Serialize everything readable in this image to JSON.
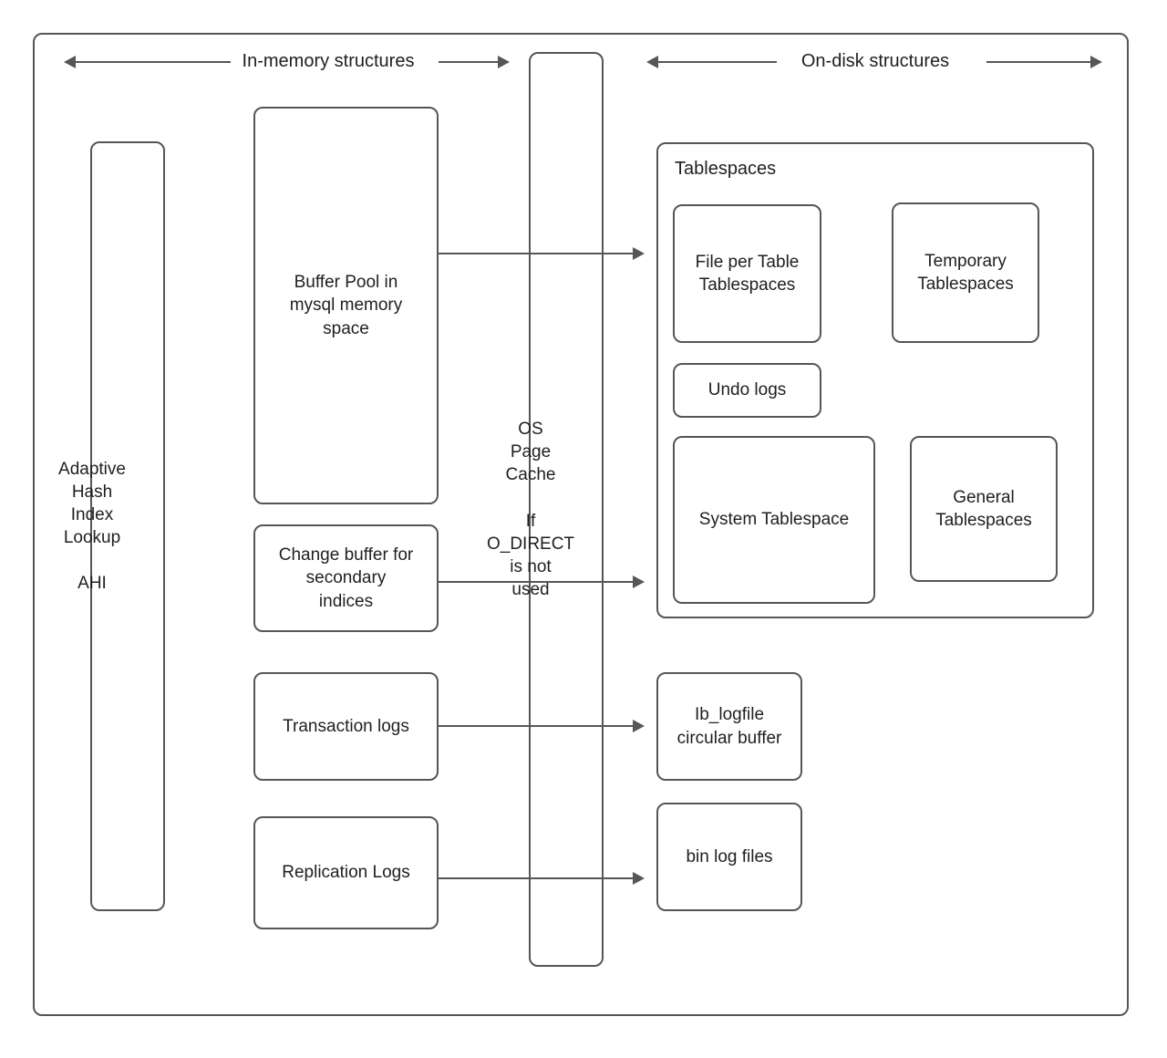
{
  "diagram": {
    "title_left": "In-memory structures",
    "title_right": "On-disk structures",
    "stroke_color": "#565656",
    "text_color": "#1f1f1f",
    "background": "#ffffff"
  },
  "in_memory": {
    "ahi": "Adaptive\nHash\nIndex\nLookup\n\nAHI",
    "buffer_pool": "Buffer Pool in\nmysql memory\nspace",
    "change_buffer": "Change buffer for\nsecondary\nindices",
    "transaction_logs": "Transaction logs",
    "replication_logs": "Replication Logs"
  },
  "os_layer": {
    "page_cache": "OS\nPage\nCache\n\nIf\nO_DIRECT\nis not\nused"
  },
  "on_disk": {
    "tablespaces_title": "Tablespaces",
    "file_per_table": "File per Table\nTablespaces",
    "temporary": "Temporary\nTablespaces",
    "undo_logs": "Undo logs",
    "system_tablespace": "System Tablespace",
    "general": "General\nTablespaces",
    "ib_logfile": "Ib_logfile\ncircular buffer",
    "bin_log_files": "bin log files"
  }
}
